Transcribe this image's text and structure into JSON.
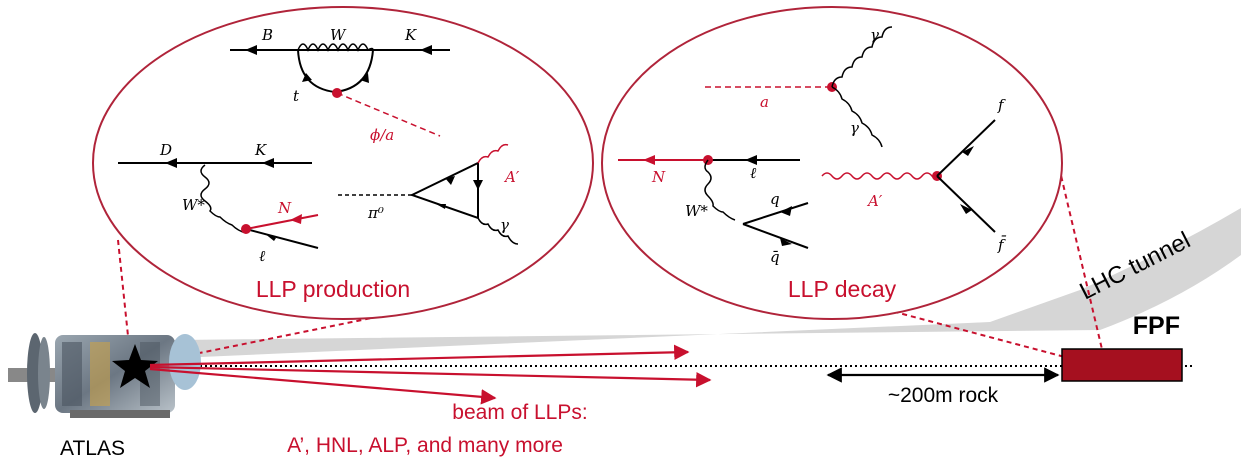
{
  "colors": {
    "accent": "#c8102e",
    "detector_box": "#a5101f",
    "tunnel": "#d4d4d4",
    "line": "#000000"
  },
  "production": {
    "title": "LLP production",
    "labels": {
      "B": "B",
      "W": "W",
      "K1": "K",
      "t": "t",
      "phi_a": "ϕ/a",
      "D": "D",
      "K2": "K",
      "Wstar": "W*",
      "N": "N",
      "ell": "ℓ",
      "pi0": "π⁰",
      "Aprime": "A′",
      "gamma": "γ"
    }
  },
  "decay": {
    "title": "LLP decay",
    "labels": {
      "a": "a",
      "gamma1": "γ",
      "gamma2": "γ",
      "f": "f",
      "fbar": "f̄",
      "N": "N",
      "ell": "ℓ",
      "Wstar": "W*",
      "q": "q",
      "qbar": "q̄",
      "Aprime": "A′"
    }
  },
  "tunnel_label": "LHC tunnel",
  "detector": {
    "name": "FPF"
  },
  "distance_label": "~200m rock",
  "beam": {
    "line1": "beam of LLPs:",
    "line2": "A’, HNL, ALP, and many more"
  },
  "experiment_label": "ATLAS",
  "icons": [
    "atlas-detector-image",
    "collision-star-icon"
  ]
}
